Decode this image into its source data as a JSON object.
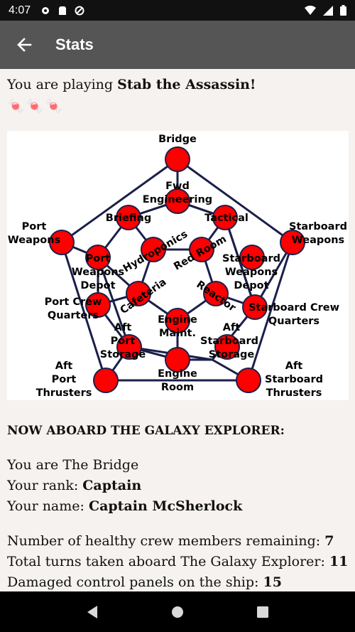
{
  "status_bar": {
    "time": "4:07"
  },
  "app_bar": {
    "title": "Stats"
  },
  "header": {
    "prefix": "You are playing ",
    "game_name": "Stab the Assassin!",
    "candies": "🍬🍬🍬"
  },
  "map": {
    "labels": {
      "bridge": "Bridge",
      "fwd1": "Fwd",
      "fwd2": "Engineering",
      "briefing": "Briefing",
      "tactical": "Tactical",
      "port_weapons1": "Port",
      "port_weapons2": "Weapons",
      "starboard_weapons1": "Starboard",
      "starboard_weapons2": "Weapons",
      "hydroponics": "Hydroponics",
      "red_room": "Red Room",
      "pwd1": "Port",
      "pwd2": "Weapons",
      "pwd3": "Depot",
      "swd1": "Starboard",
      "swd2": "Weapons",
      "swd3": "Depot",
      "cafeteria": "Cafeteria",
      "reactor": "Reactor",
      "pcq1": "Port Crew",
      "pcq2": "Quarters",
      "scq1": "Starboard Crew",
      "scq2": "Quarters",
      "em1": "Engine",
      "em2": "Maint.",
      "aps1": "Aft",
      "aps2": "Port",
      "aps3": "Storage",
      "ass1": "Aft",
      "ass2": "Starboard",
      "ass3": "Storage",
      "er1": "Engine",
      "er2": "Room",
      "apt1": "Aft",
      "apt2": "Port",
      "apt3": "Thrusters",
      "ast1": "Aft",
      "ast2": "Starboard",
      "ast3": "Thrusters"
    },
    "colors": {
      "node": "#ff0000",
      "edge": "#1a1f4a"
    }
  },
  "section_title": "NOW ABOARD THE GALAXY EXPLORER:",
  "info": {
    "you_are": "You are The Bridge",
    "rank_label": "Your rank: ",
    "rank": "Captain",
    "name_label": "Your name: ",
    "name": "Captain McSherlock"
  },
  "stats": {
    "healthy_label": "Number of healthy crew members remaining: ",
    "healthy": "7",
    "turns_label": "Total turns taken aboard The Galaxy Explorer: ",
    "turns": "11",
    "damaged_label": "Damaged control panels on the ship: ",
    "damaged": "15"
  }
}
